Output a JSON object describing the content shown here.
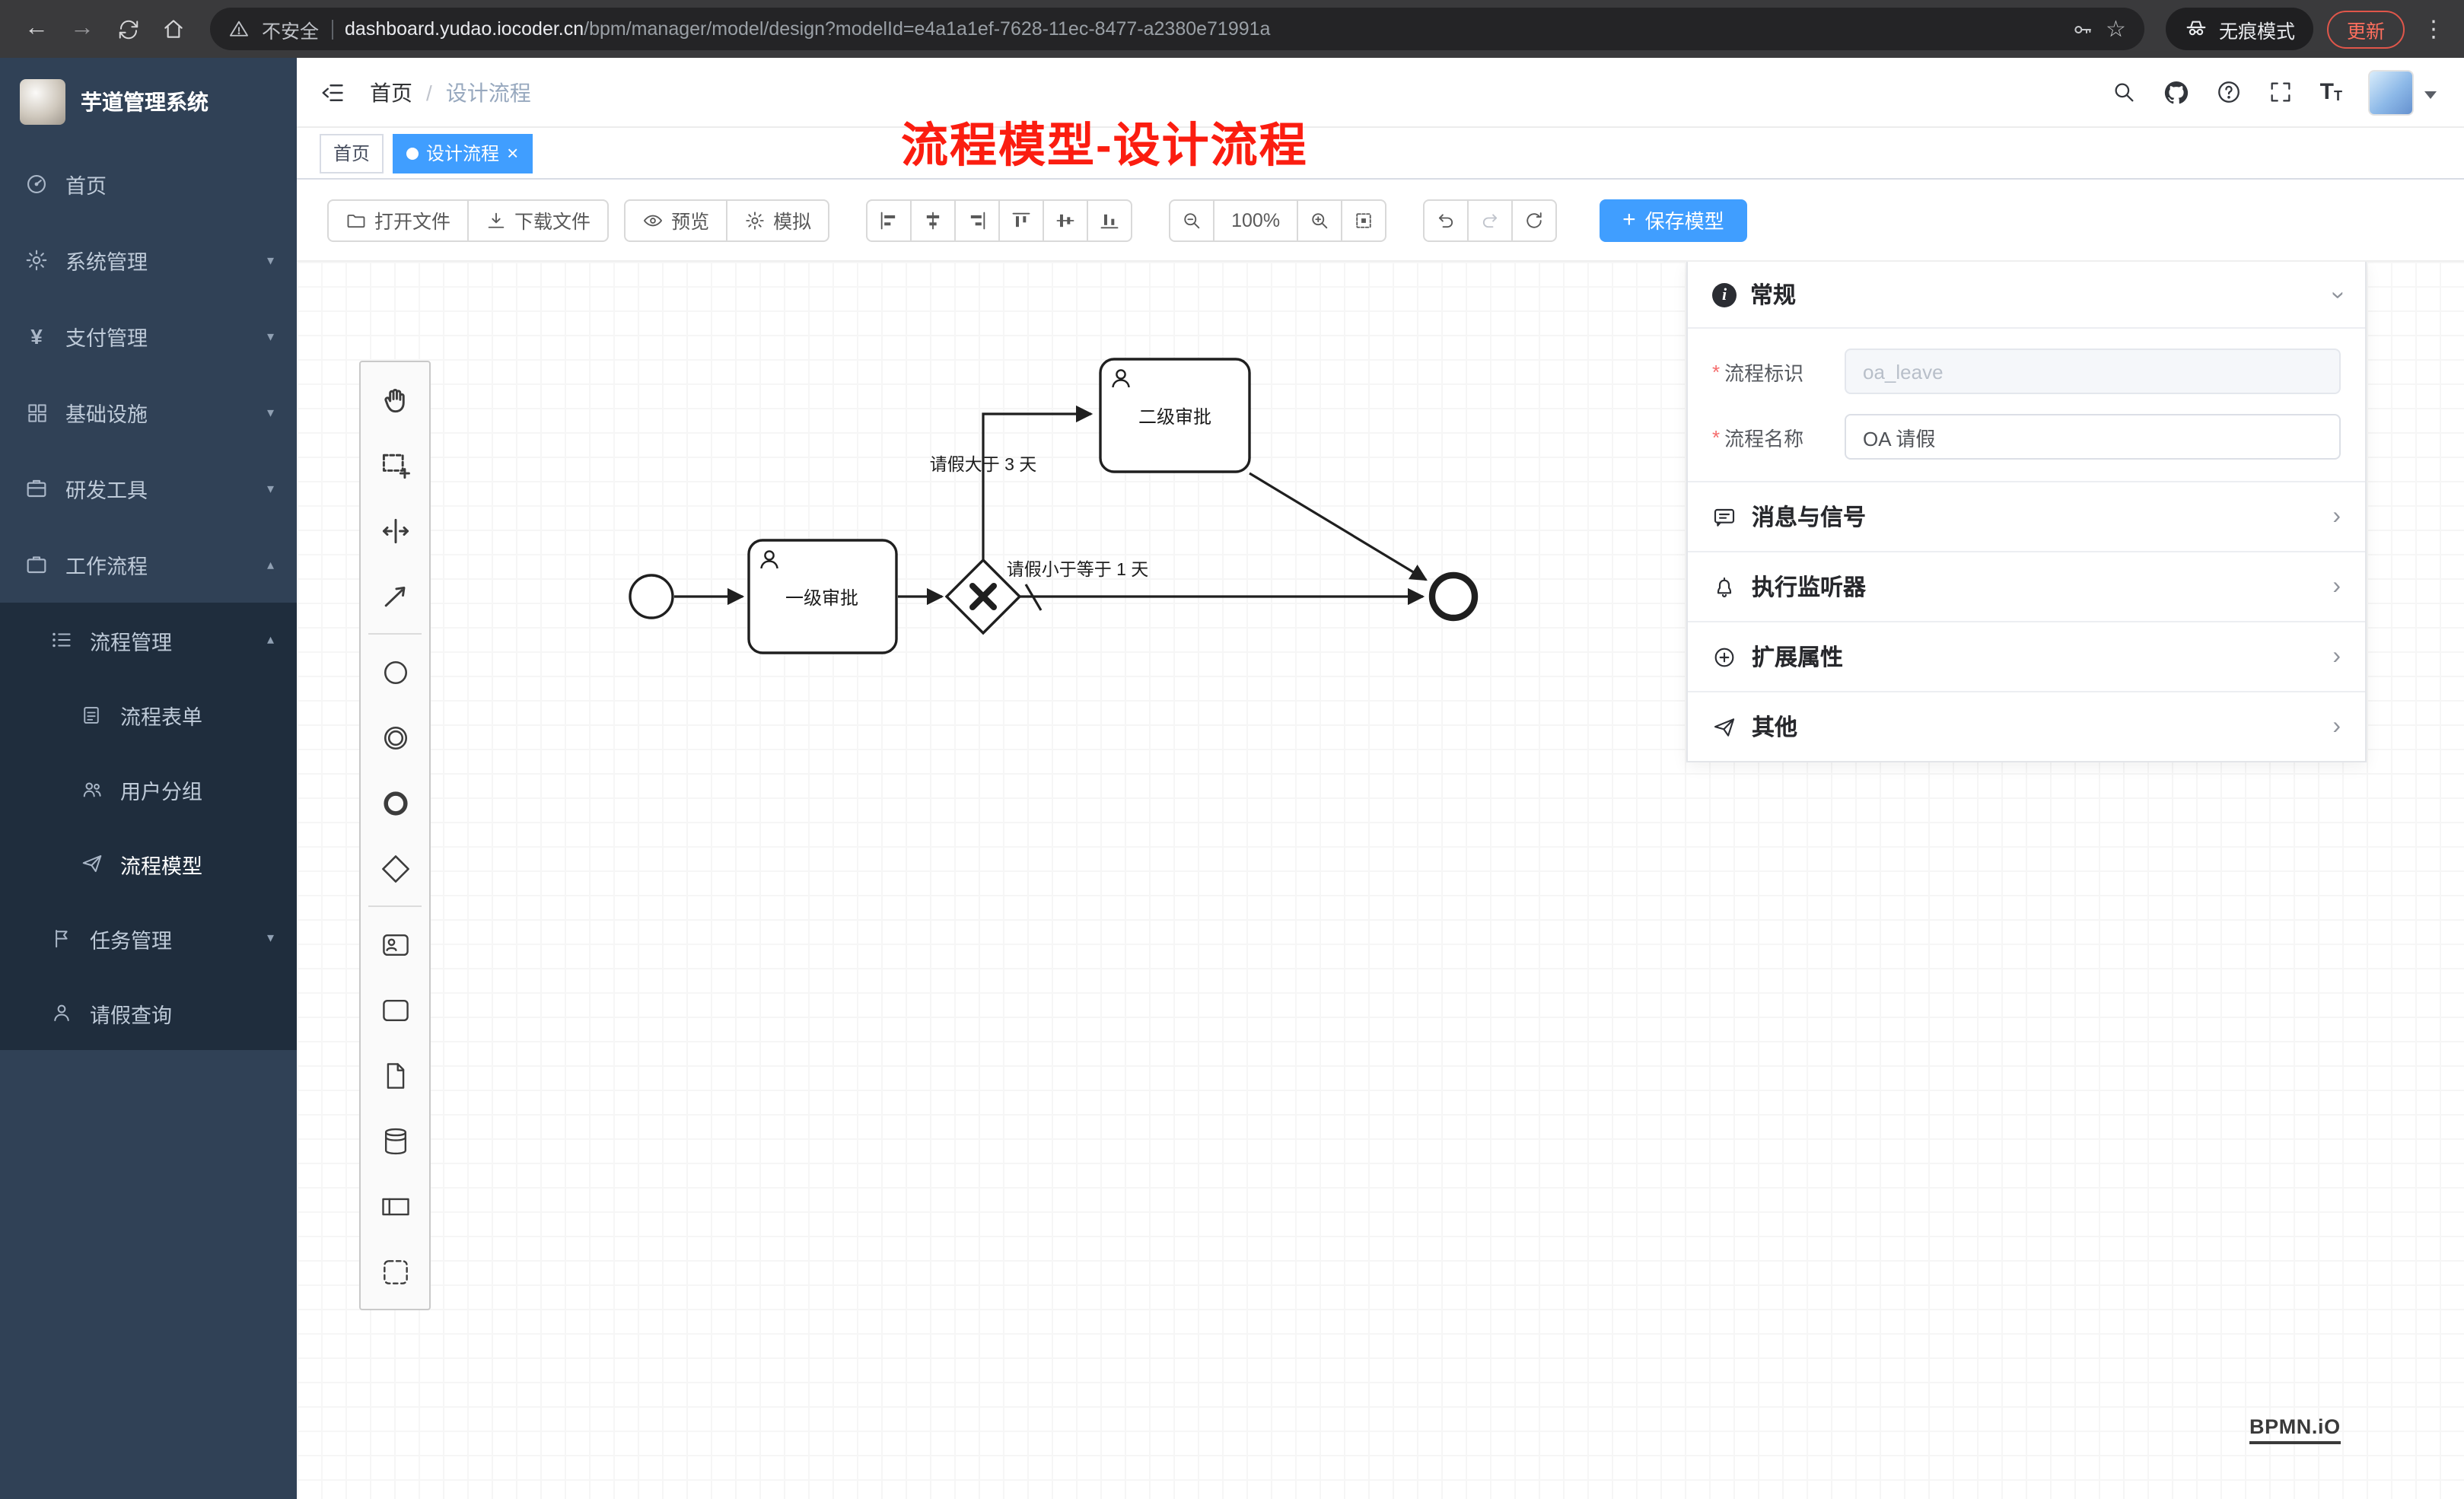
{
  "browser": {
    "security_label": "不安全",
    "url_domain": "dashboard.yudao.iocoder.cn",
    "url_path": "/bpm/manager/model/design?modelId=e4a1a1ef-7628-11ec-8477-a2380e71991a",
    "incognito_label": "无痕模式",
    "update_label": "更新"
  },
  "sidebar": {
    "logo_title": "芋道管理系统",
    "items": [
      {
        "label": "首页"
      },
      {
        "label": "系统管理"
      },
      {
        "label": "支付管理"
      },
      {
        "label": "基础设施"
      },
      {
        "label": "研发工具"
      },
      {
        "label": "工作流程"
      }
    ],
    "submenu": {
      "process_mgmt": "流程管理",
      "process_form": "流程表单",
      "user_group": "用户分组",
      "process_model": "流程模型",
      "task_mgmt": "任务管理",
      "leave_query": "请假查询"
    }
  },
  "header": {
    "breadcrumb_home": "首页",
    "breadcrumb_sep": "/",
    "breadcrumb_current": "设计流程"
  },
  "tags": {
    "home": "首页",
    "active": "设计流程",
    "close": "×"
  },
  "annotation": "流程模型-设计流程",
  "toolbar": {
    "open_file": "打开文件",
    "download_file": "下载文件",
    "preview": "预览",
    "simulate": "模拟",
    "zoom_level": "100%",
    "save_plus": "+",
    "save_model": "保存模型"
  },
  "panel": {
    "required_marker": "*",
    "general_title": "常规",
    "process_key_label": "流程标识",
    "process_key_value": "oa_leave",
    "process_name_label": "流程名称",
    "process_name_value": "OA 请假",
    "sections": [
      {
        "label": "消息与信号"
      },
      {
        "label": "执行监听器"
      },
      {
        "label": "扩展属性"
      },
      {
        "label": "其他"
      }
    ]
  },
  "diagram": {
    "task1_label": "一级审批",
    "task2_label": "二级审批",
    "flow_up_label": "请假大于 3 天",
    "flow_straight_label": "请假小于等于 1 天"
  },
  "watermark": "BPMN.iO",
  "colors": {
    "accent": "#409eff",
    "sidebar_bg": "#304156",
    "sidebar_sub_bg": "#1f2d3d",
    "annotation_red": "#fb1d10"
  }
}
